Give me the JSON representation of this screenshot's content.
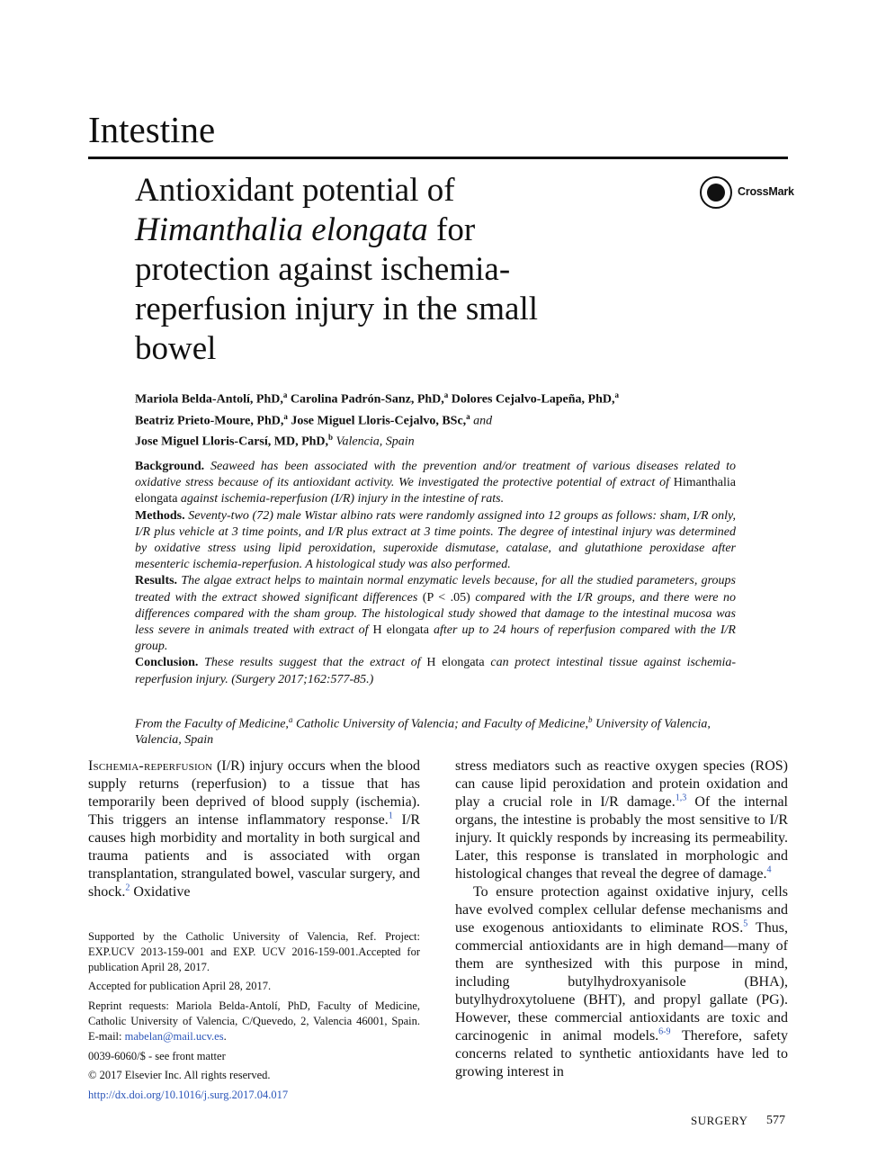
{
  "section": "Intestine",
  "title": {
    "line1": "Antioxidant potential of",
    "line2_italic": "Himanthalia elongata",
    "line2_rest": " for",
    "line3": "protection against ischemia-",
    "line4": "reperfusion injury in the small",
    "line5": "bowel"
  },
  "crossmark_label": "CrossMark",
  "authors": [
    {
      "name": "Mariola Belda-Antolí, PhD,",
      "sup": "a"
    },
    {
      "name": "Carolina Padrón-Sanz, PhD,",
      "sup": "a"
    },
    {
      "name": "Dolores Cejalvo-Lapeña, PhD,",
      "sup": "a"
    },
    {
      "name": "Beatriz Prieto-Moure, PhD,",
      "sup": "a"
    },
    {
      "name": "Jose Miguel Lloris-Cejalvo, BSc,",
      "sup": "a"
    },
    {
      "name": "Jose Miguel Lloris-Carsí, MD, PhD,",
      "sup": "b"
    }
  ],
  "authors_and": "and",
  "authors_location": "Valencia, Spain",
  "abstract": {
    "background_label": "Background.",
    "background_1": " Seaweed has been associated with the prevention and/or treatment of various diseases related to oxidative stress because of its antioxidant activity. We investigated the protective potential of extract of ",
    "background_species": "Himanthalia elongata",
    "background_2": " against ischemia-reperfusion (I/R) injury in the intestine of rats.",
    "methods_label": "Methods.",
    "methods": " Seventy-two (72) male Wistar albino rats were randomly assigned into 12 groups as follows: sham, I/R only, I/R plus vehicle at 3 time points, and I/R plus extract at 3 time points. The degree of intestinal injury was determined by oxidative stress using lipid peroxidation, superoxide dismutase, catalase, and glutathione peroxidase after mesenteric ischemia-reperfusion. A histological study was also performed.",
    "results_label": "Results.",
    "results_1": " The algae extract helps to maintain normal enzymatic levels because, for all the studied parameters, groups treated with the extract showed significant differences ",
    "results_p": "(P < .05)",
    "results_2": " compared with the I/R groups, and there were no differences compared with the sham group. The histological study showed that damage to the intestinal mucosa was less severe in animals treated with extract of ",
    "results_species": "H elongata",
    "results_3": " after up to 24 hours of reperfusion compared with the I/R group.",
    "conclusion_label": "Conclusion.",
    "conclusion_1": " These results suggest that the extract of ",
    "conclusion_species": "H elongata",
    "conclusion_2": " can protect intestinal tissue against ischemia-reperfusion injury. (Surgery 2017;162:577-85.)"
  },
  "affiliation": {
    "part1": "From the Faculty of Medicine,",
    "sup_a": "a",
    "part2": " Catholic University of Valencia; and Faculty of Medicine,",
    "sup_b": "b",
    "part3": " University of Valencia, Valencia, Spain"
  },
  "body_col1": {
    "lead": "Ischemia-reperfusion",
    "text1": " (I/R) injury occurs when the blood supply returns (reperfusion) to a tissue that has temporarily been deprived of blood supply (ischemia). This triggers an intense inflammatory response.",
    "ref1": "1",
    "text2": " I/R causes high morbidity and mortality in both surgical and trauma patients and is associated with organ transplantation, strangulated bowel, vascular surgery, and shock.",
    "ref2": "2",
    "text3": " Oxidative"
  },
  "body_col2": {
    "p1_text1": "stress mediators such as reactive oxygen species (ROS) can cause lipid peroxidation and protein oxidation and play a crucial role in I/R damage.",
    "p1_ref1": "1,3",
    "p1_text2": " Of the internal organs, the intestine is probably the most sensitive to I/R injury. It quickly responds by increasing its permeability. Later, this response is translated in morphologic and histological changes that reveal the degree of damage.",
    "p1_ref2": "4",
    "p2_text1": "To ensure protection against oxidative injury, cells have evolved complex cellular defense mechanisms and use exogenous antioxidants to eliminate ROS.",
    "p2_ref1": "5",
    "p2_text2": " Thus, commercial antioxidants are in high demand—many of them are synthesized with this purpose in mind, including butylhydroxyanisole (BHA), butylhydroxytoluene (BHT), and propyl gallate (PG). However, these commercial antioxidants are toxic and carcinogenic in animal models.",
    "p2_ref2": "6-9",
    "p2_text3": " Therefore, safety concerns related to synthetic antioxidants have led to growing interest in"
  },
  "footnotes": {
    "support": "Supported by the Catholic University of Valencia, Ref. Project: EXP.UCV 2013-159-001 and EXP. UCV 2016-159-001.Accepted for publication April 28, 2017.",
    "accepted": "Accepted for publication April 28, 2017.",
    "reprint": "Reprint requests: Mariola Belda-Antolí, PhD, Faculty of Medicine, Catholic University of Valencia, C/Quevedo, 2, Valencia 46001, Spain. E-mail: ",
    "email": "mabelan@mail.ucv.es",
    "reprint_end": ".",
    "issn": "0039-6060/$ - see front matter",
    "copyright": "© 2017 Elsevier Inc. All rights reserved.",
    "doi": "http://dx.doi.org/10.1016/j.surg.2017.04.017"
  },
  "journal": "SURGERY",
  "page_number": "577"
}
